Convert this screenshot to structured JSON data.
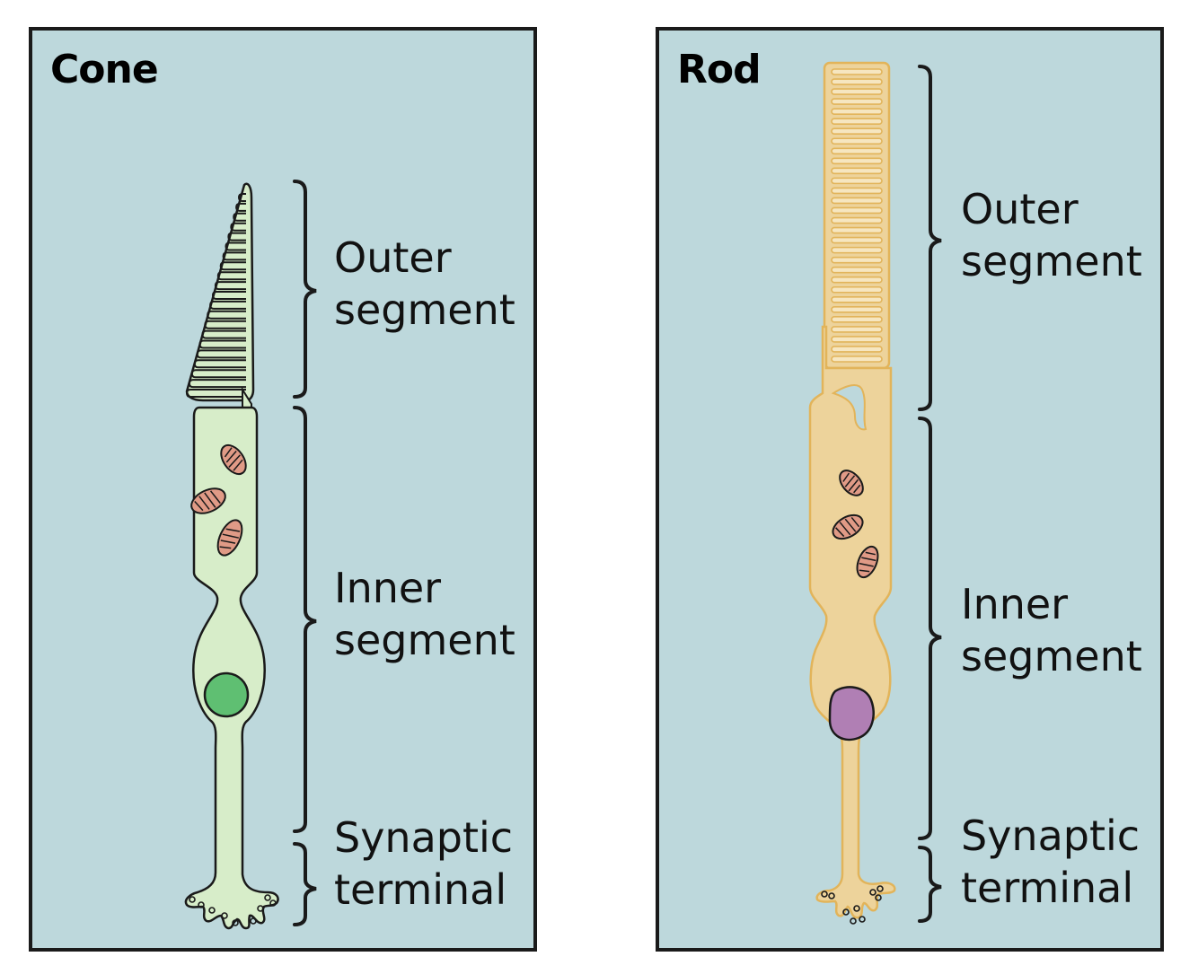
{
  "panels": {
    "cone": {
      "title": "Cone",
      "labels": {
        "outer": [
          "Outer",
          "segment"
        ],
        "inner": [
          "Inner",
          "segment"
        ],
        "synaptic": [
          "Synaptic",
          "terminal"
        ]
      }
    },
    "rod": {
      "title": "Rod",
      "labels": {
        "outer": [
          "Outer",
          "segment"
        ],
        "inner": [
          "Inner",
          "segment"
        ],
        "synaptic": [
          "Synaptic",
          "terminal"
        ]
      }
    }
  },
  "colors": {
    "background": "#bdd8dc",
    "cone_cell": "#d7edc9",
    "cone_nucleus": "#5fbf72",
    "rod_cell": "#edd39b",
    "rod_outline": "#e2b45a",
    "rod_nucleus": "#b07fb4",
    "mitochondria": "#e09a86"
  }
}
